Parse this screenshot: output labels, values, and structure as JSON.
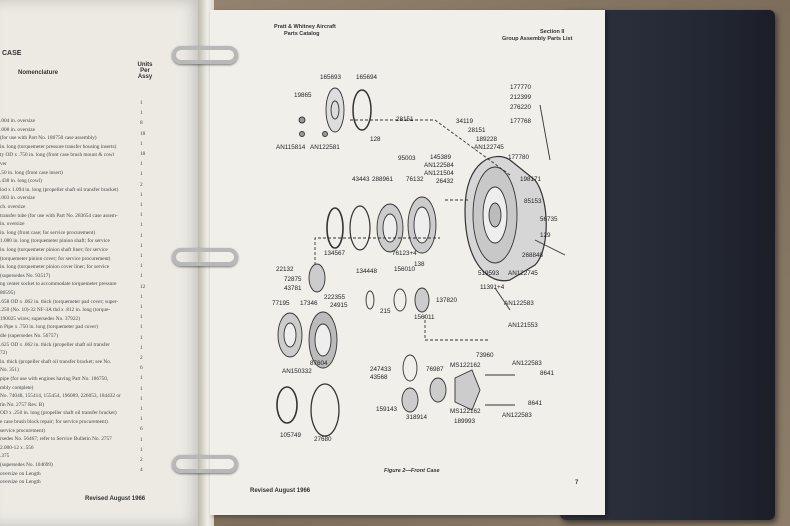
{
  "left_page": {
    "heading": "CASE",
    "col_nomenclature": "Nomenclature",
    "col_units": "Units Per Assy",
    "lines": [
      ".004 in. oversize",
      ".008 in. oversize",
      "(for use with Part No. 186750 case assembly)",
      "in. long (torquemeter pressure transfer housing inserts)",
      "ty OD x .750 in. long (front case brush mount & cowl",
      "ver",
      ".50 in. long (front case insert)",
      ".438 in. long (cowl)",
      "lod x 1.094 in. long (propeller shaft oil transfer bracket)",
      ".003 in. oversize",
      "ch. oversize",
      "transfer tube (for use with Part No. 283654 case assem-",
      "in. oversize",
      "in. long (front case; for service procurement)",
      "1.080 in. long (torquemeter pinion shaft; for service",
      "in. long (torquemeter pinion shaft liner; for service",
      "(torquemeter pinion cover; for service procurement)",
      "in. long (torquemeter pinion cover liner; for service",
      "(supersedes No. 93517)",
      "ng center socket to accommodate torquemeter pressure",
      "86595)",
      ".658 OD x .062 in. thick (torquemeter pad cover; super-",
      ".250 (No. 10)-32 NF-3A thd x .812 in. long (torque-",
      "190025 wires; supersedes No. 37922)",
      "n Pipe x .750 in. long (torquemeter pad cover)",
      "dle (supersedes No. 56757)",
      ".625 OD x .062 in. thick (propeller shaft oil transfer",
      "72)",
      "in. thick (propeller shaft oil transfer bracket; see No.",
      "No. 351)",
      "pipe (for use with engines having Part No. 186750,",
      "mbly complete)",
      "No. 74048, 155414, 155454, 196089, 226053, 184432 or",
      "tin No. 2757 Rev. B)",
      "OD x .250 in. long (propeller shaft oil transfer bracket)",
      "e case brush block repair; for service procurement)",
      "service procurement)",
      "rsedes No. 56467; refer to Service Bulletin No. 2757",
      "2.000-12 x .556",
      ".375",
      "(supersedes No. 104699)",
      "oversize on Length",
      "oversize on Length"
    ],
    "quantities": [
      "1",
      "1",
      "8",
      "18",
      "1",
      "18",
      "1",
      "1",
      "2",
      "1",
      "1",
      "1",
      "1",
      "1",
      "1",
      "1",
      "1",
      "1",
      "12",
      "1",
      "1",
      "1",
      "1",
      "1",
      "1",
      "2",
      "6",
      "1",
      "1",
      "1",
      "1",
      "1",
      "6",
      "1",
      "1",
      "2",
      "4"
    ],
    "footer": "Revised August 1966"
  },
  "right_page": {
    "header_left_1": "Pratt & Whitney Aircraft",
    "header_left_2": "Parts Catalog",
    "header_right_1": "Section II",
    "header_right_2": "Group Assembly Parts List",
    "caption": "Figure 2—Front Case",
    "footer": "Revised August 1966",
    "page_number": "7",
    "part_numbers": {
      "p165693": "165693",
      "p165694": "165694",
      "p19865": "19865",
      "pAN115814": "AN115814",
      "pAN122581a": "AN122581",
      "p28151": "28151",
      "p128": "128",
      "p95003": "95003",
      "p34119": "34119",
      "p28151b": "28151",
      "p189228": "189228",
      "pAN122745a": "AN122745",
      "p145389": "145389",
      "pAN122584": "AN122584",
      "pAN121504": "AN121504",
      "p26432": "26432",
      "p177770": "177770",
      "p212399": "212399",
      "p276220": "276220",
      "p177768": "177768",
      "p177780": "177780",
      "p198171": "198171",
      "p85153": "85153",
      "p56735": "56735",
      "p129": "129",
      "p43443": "43443",
      "p288961": "288961",
      "p76132": "76132",
      "p268848": "268848",
      "p76123_4": "76123+4",
      "p138": "138",
      "p519593": "519593",
      "pAN122745b": "AN122745",
      "p134567": "134567",
      "p22132": "22132",
      "p72875": "72875",
      "p43781": "43781",
      "p134448": "134448",
      "p156010": "156010",
      "p11391_4": "11391+4",
      "p77195": "77195",
      "p17346": "17346",
      "p222355": "222355",
      "p24915": "24915",
      "p215": "215",
      "p137820": "137820",
      "p156011": "156011",
      "pAN122583a": "AN122583",
      "pAN121553": "AN121553",
      "p87604": "87604",
      "pAN150332": "AN150332",
      "p73960": "73960",
      "p247433": "247433",
      "p76987": "76987",
      "pMS122162a": "MS122162",
      "pAN122583b": "AN122583",
      "p43568": "43568",
      "p8641a": "8641",
      "p159143": "159143",
      "p318914": "318914",
      "pMS122162b": "MS122162",
      "p189993": "189993",
      "p8641b": "8641",
      "pAN122583c": "AN122583",
      "p105749": "105749",
      "p27680": "27680"
    }
  }
}
